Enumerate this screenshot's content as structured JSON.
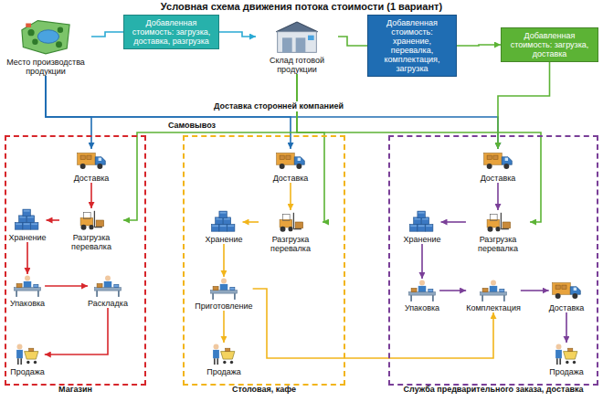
{
  "diagram": {
    "title": "Условная схема движения потока стоимости (1 вариант)",
    "nodes": [
      {
        "text": [
          "Место производства продукции"
        ]
      },
      {
        "text": [
          "Добавленная стоимость: загрузка, доставка, разгрузка"
        ]
      },
      {
        "text": [
          "Склад готовой продукции"
        ]
      },
      {
        "text": [
          "Добавленная стоимость: хранение, перевалка, комплектация, загрузка"
        ]
      },
      {
        "text": [
          "Добавленная стоимость: загрузка, доставка"
        ]
      },
      {
        "text": [
          "Магазин"
        ]
      },
      {
        "text": [
          "Доставка"
        ],
        "in": 5
      },
      {
        "text": [
          "Хранение"
        ],
        "in": 5
      },
      {
        "text": [
          "Разгрузка перевалка"
        ],
        "in": 5
      },
      {
        "text": [
          "Упаковка"
        ],
        "in": 5
      },
      {
        "text": [
          "Раскладка"
        ],
        "in": 5
      },
      {
        "text": [
          "Продажа"
        ],
        "in": 5
      },
      {
        "text": [
          "Столовая, кафе"
        ]
      },
      {
        "text": [
          "Доставка"
        ],
        "in": 12
      },
      {
        "text": [
          "Хранение"
        ],
        "in": 12
      },
      {
        "text": [
          "Разгрузка перевалка"
        ],
        "in": 12
      },
      {
        "text": [
          "Приготовление"
        ],
        "in": 12
      },
      {
        "text": [
          "Продажа"
        ],
        "in": 12
      },
      {
        "text": [
          "Служба предварительного заказа, доставка"
        ]
      },
      {
        "text": [
          "Доставка"
        ],
        "in": 18
      },
      {
        "text": [
          "Хранение"
        ],
        "in": 18
      },
      {
        "text": [
          "Разгрузка перевалка"
        ],
        "in": 18
      },
      {
        "text": [
          "Упаковка"
        ],
        "in": 18
      },
      {
        "text": [
          "Комплектация"
        ],
        "in": 18
      },
      {
        "text": [
          "Доставка"
        ],
        "in": 18
      },
      {
        "text": [
          "Продажа"
        ],
        "in": 18
      }
    ],
    "edges": [
      {
        "from": 0,
        "to": 1,
        "arrow": "none"
      },
      {
        "from": 1,
        "to": 2,
        "arrow": "to"
      },
      {
        "from": 2,
        "to": 3,
        "arrow": "none"
      },
      {
        "from": 3,
        "to": 4,
        "arrow": "to"
      },
      {
        "from": 0,
        "to": 6,
        "arrow": "to"
      },
      {
        "from": 0,
        "to": 13,
        "arrow": "to"
      },
      {
        "from": 0,
        "to": 19,
        "arrow": "to"
      },
      {
        "from": 2,
        "to": 8,
        "arrow": "to"
      },
      {
        "from": 2,
        "to": 15,
        "arrow": "to"
      },
      {
        "from": 2,
        "to": 21,
        "arrow": "to"
      },
      {
        "from": 4,
        "to": 19,
        "arrow": "to"
      },
      {
        "from": 6,
        "to": 8,
        "arrow": "to"
      },
      {
        "from": 8,
        "to": 7,
        "arrow": "to"
      },
      {
        "from": 7,
        "to": 9,
        "arrow": "to"
      },
      {
        "from": 9,
        "to": 10,
        "arrow": "to"
      },
      {
        "from": 10,
        "to": 11,
        "arrow": "to"
      },
      {
        "from": 13,
        "to": 15,
        "arrow": "to"
      },
      {
        "from": 15,
        "to": 14,
        "arrow": "to"
      },
      {
        "from": 14,
        "to": 16,
        "arrow": "to"
      },
      {
        "from": 16,
        "to": 17,
        "arrow": "to"
      },
      {
        "from": 16,
        "to": 23,
        "arrow": "to"
      },
      {
        "from": 19,
        "to": 21,
        "arrow": "to"
      },
      {
        "from": 21,
        "to": 20,
        "arrow": "to"
      },
      {
        "from": 20,
        "to": 22,
        "arrow": "to"
      },
      {
        "from": 22,
        "to": 23,
        "arrow": "to"
      },
      {
        "from": 23,
        "to": 24,
        "arrow": "to"
      },
      {
        "from": 24,
        "to": 25,
        "arrow": "to"
      }
    ],
    "labels": [
      "Доставка сторонней компанией",
      "Самовывоз"
    ]
  }
}
